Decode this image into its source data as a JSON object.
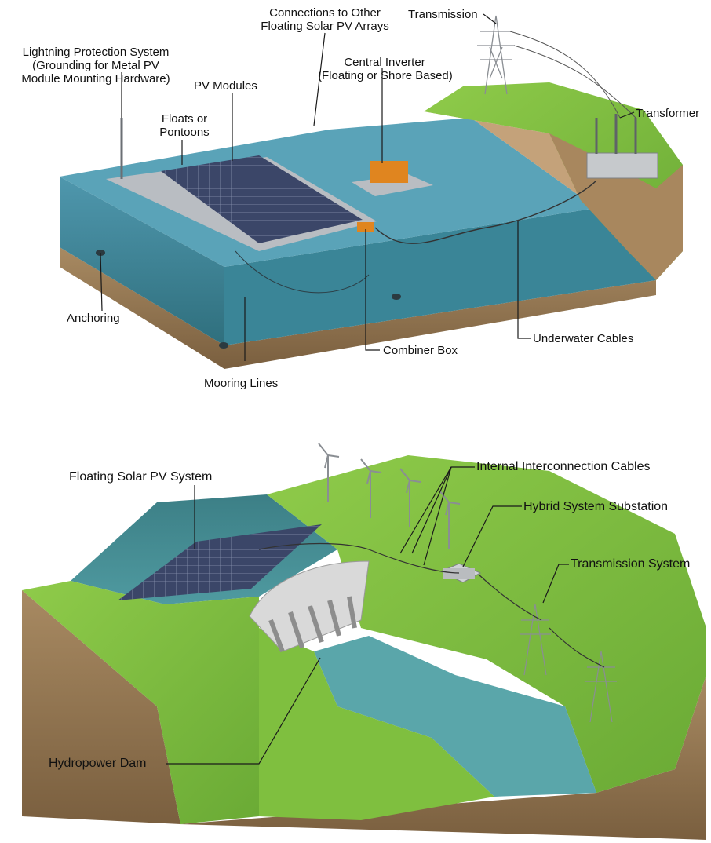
{
  "top": {
    "lightning": [
      "Lightning Protection System",
      "(Grounding for Metal PV",
      "Module Mounting Hardware)"
    ],
    "pv_modules": "PV Modules",
    "floats": [
      "Floats or",
      "Pontoons"
    ],
    "connections": [
      "Connections to Other",
      "Floating Solar PV Arrays"
    ],
    "central_inverter": [
      "Central Inverter",
      "(Floating or Shore Based)"
    ],
    "transmission": "Transmission",
    "transformer": "Transformer",
    "anchoring": "Anchoring",
    "combiner_box": "Combiner Box",
    "underwater_cables": "Underwater Cables",
    "mooring_lines": "Mooring Lines"
  },
  "bottom": {
    "floating_solar": "Floating Solar PV System",
    "internal_cables": "Internal Interconnection Cables",
    "hybrid_substation": "Hybrid System Substation",
    "transmission_system": "Transmission System",
    "hydropower_dam": "Hydropower Dam"
  },
  "colors": {
    "water": "#4f97ad",
    "water_deep": "#3c7f92",
    "grass": "#7fbf3f",
    "soil": "#a88a62",
    "panel": "#3f4a6e",
    "inverter": "#e0851f"
  }
}
